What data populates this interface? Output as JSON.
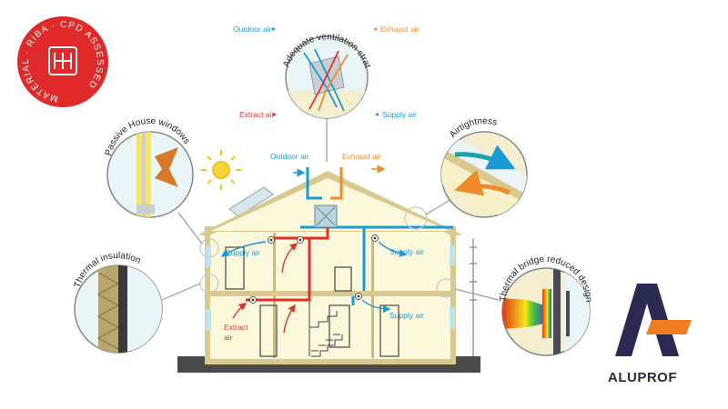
{
  "labels": {
    "ventilation_title": "Adequate ventilation strategy",
    "outdoor_air": "Outdoor air",
    "exhaust_air": "Exhaust air",
    "extract_air": "Extract air",
    "supply_air": "Supply air",
    "extract_air_line1": "Extract",
    "extract_air_line2": "air"
  },
  "callouts": {
    "passive_windows": "Passive House windows",
    "airtightness": "Airtightness",
    "thermal_insulation": "Thermal insulation",
    "thermal_bridge": "Thermal bridge reduced design"
  },
  "badge": {
    "text": "MATERIAL · RIBA · CPD ASSESSED"
  },
  "brand": {
    "name": "ALUPROF"
  },
  "colors": {
    "supply_blue": "#1a9ad6",
    "outdoor_blue": "#2aa3d8",
    "exhaust_orange": "#f08a2a",
    "extract_red": "#e0302a",
    "house_fill": "#fbf8dc",
    "house_wall": "#d9c98f",
    "badge_red": "#e02a2a",
    "brand_navy": "#2a2a52",
    "brand_orange": "#f07d20"
  }
}
